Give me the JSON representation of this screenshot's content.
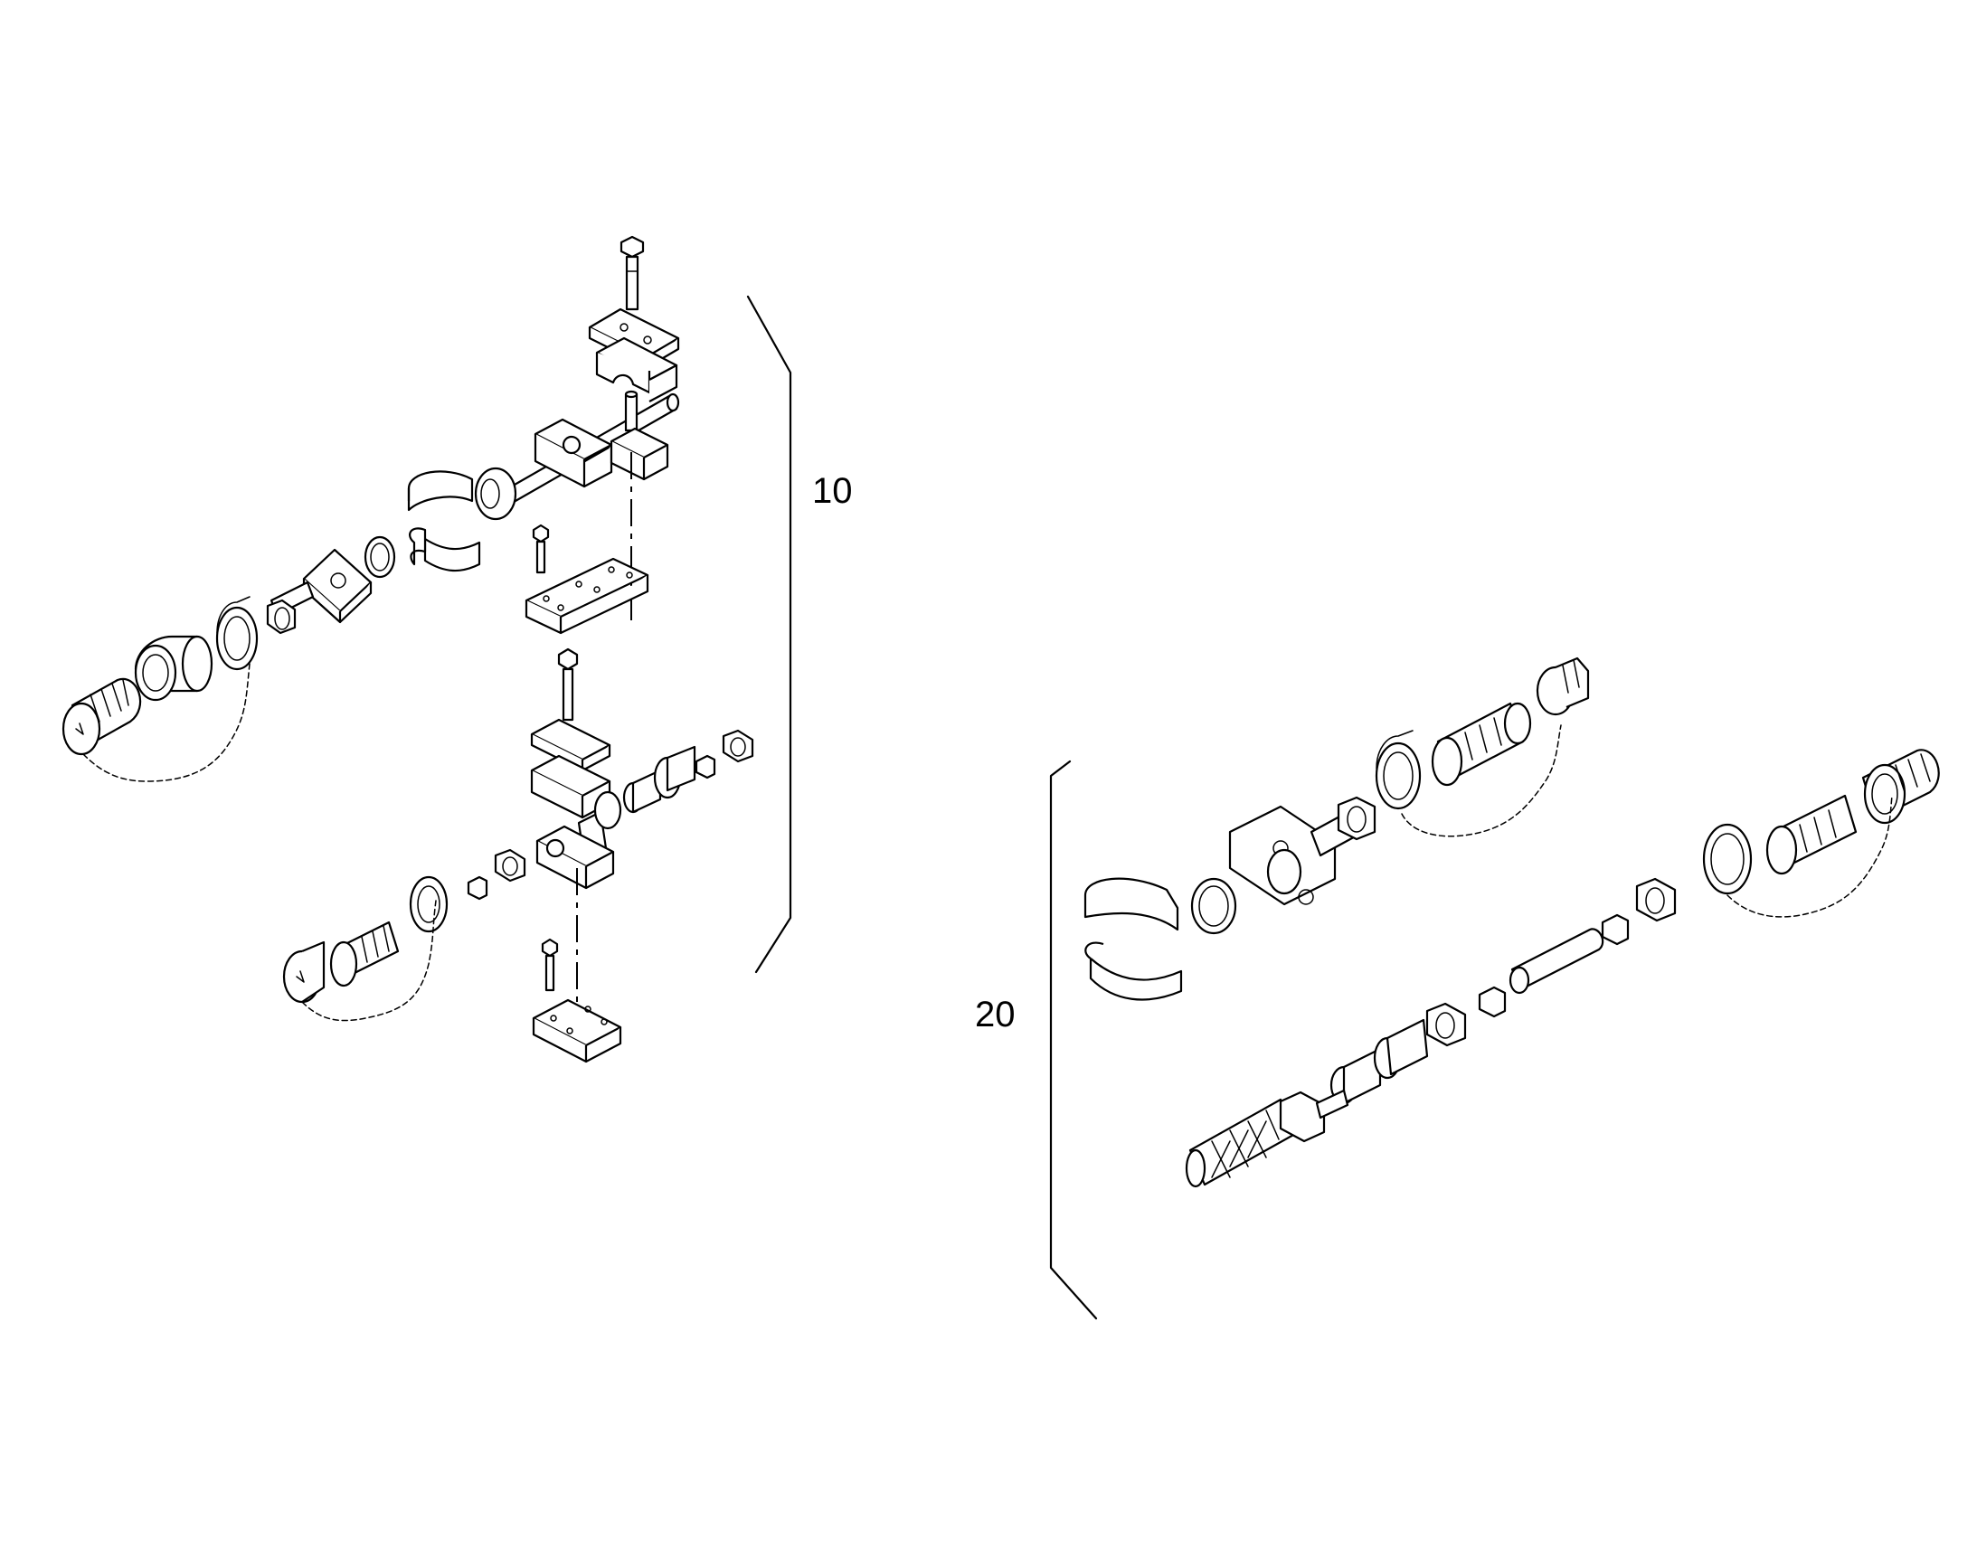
{
  "callouts": [
    {
      "id": "group-10",
      "label": "10"
    },
    {
      "id": "group-20",
      "label": "20"
    }
  ],
  "colors": {
    "line": "#000000",
    "background": "#ffffff"
  },
  "icons": [
    "bolt-icon",
    "clamp-icon",
    "quick-coupler-icon",
    "dust-cap-icon",
    "hose-icon",
    "nut-icon"
  ]
}
